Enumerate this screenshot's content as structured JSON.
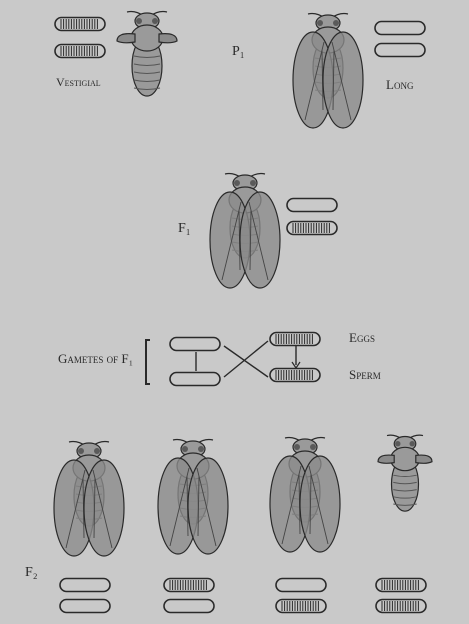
{
  "labels": {
    "vestigial": "Vestigial",
    "long": "Long",
    "p1": "P₁",
    "f1": "F₁",
    "gametes": "Gametes of F₁",
    "eggs": "Eggs",
    "sperm": "Sperm",
    "f2": "F₂"
  },
  "colors": {
    "background": "#c9c9c9",
    "ink": "#2a2a2a",
    "body_fill": "#9a9a9a",
    "wing_fill": "#8a8a8a"
  },
  "chromosome_types": {
    "striped": "vestigial",
    "plain": "long"
  },
  "figures": {
    "parents": [
      {
        "wing_type": "vestigial",
        "chromosomes": [
          "striped",
          "striped"
        ]
      },
      {
        "wing_type": "long",
        "chromosomes": [
          "plain",
          "plain"
        ]
      }
    ],
    "f1": [
      {
        "wing_type": "long",
        "chromosomes": [
          "plain",
          "striped"
        ]
      }
    ],
    "f2": [
      {
        "wing_type": "long",
        "chromosomes": [
          "plain",
          "plain"
        ]
      },
      {
        "wing_type": "long",
        "chromosomes": [
          "striped",
          "plain"
        ]
      },
      {
        "wing_type": "long",
        "chromosomes": [
          "plain",
          "striped"
        ]
      },
      {
        "wing_type": "vestigial",
        "chromosomes": [
          "striped",
          "striped"
        ]
      }
    ]
  }
}
